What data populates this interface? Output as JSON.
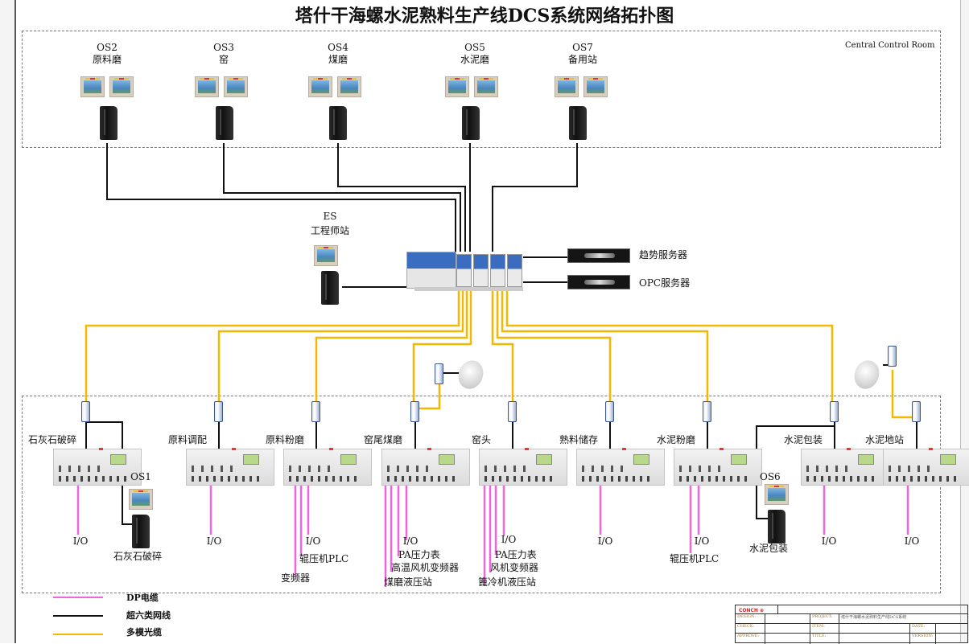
{
  "title": "塔什干海螺水泥熟料生产线DCS系统网络拓扑图",
  "central_room": {
    "label": "Central Control Room",
    "stations": [
      {
        "id": "OS2",
        "name": "原料磨"
      },
      {
        "id": "OS3",
        "name": "窑"
      },
      {
        "id": "OS4",
        "name": "煤磨"
      },
      {
        "id": "OS5",
        "name": "水泥磨"
      },
      {
        "id": "OS7",
        "name": "备用站"
      }
    ]
  },
  "engineering_station": {
    "id": "ES",
    "name": "工程师站"
  },
  "servers": [
    {
      "name": "趋势服务器"
    },
    {
      "name": "OPC服务器"
    }
  ],
  "field_stations": [
    {
      "name": "石灰石破碎",
      "sublabels": [
        "I/O"
      ]
    },
    {
      "name": "原料调配",
      "sublabels": [
        "I/O"
      ]
    },
    {
      "name": "原料粉磨",
      "sublabels": [
        "I/O",
        "辊压机PLC",
        "变频器"
      ]
    },
    {
      "name": "窑尾煤磨",
      "sublabels": [
        "I/O",
        "PA压力表",
        "高温风机变频器",
        "煤磨液压站"
      ]
    },
    {
      "name": "窑头",
      "sublabels": [
        "I/O",
        "PA压力表",
        "风机变频器",
        "篦冷机液压站"
      ]
    },
    {
      "name": "熟料储存",
      "sublabels": [
        "I/O"
      ]
    },
    {
      "name": "水泥粉磨",
      "sublabels": [
        "I/O",
        "辊压机PLC"
      ]
    },
    {
      "name": "水泥包装",
      "sublabels": [
        "I/O"
      ]
    },
    {
      "name": "水泥地站",
      "sublabels": [
        "I/O"
      ]
    }
  ],
  "local_operators": [
    {
      "id": "OS1",
      "name": "石灰石破碎"
    },
    {
      "id": "OS6",
      "name": "水泥包装"
    }
  ],
  "legend": [
    {
      "label": "DP电缆",
      "color": "#ee66dd"
    },
    {
      "label": "超六类网线",
      "color": "#111111"
    },
    {
      "label": "多模光缆",
      "color": "#f5b800"
    }
  ],
  "title_block": {
    "logo_text": "CONCH",
    "fields": {
      "design": "DESIGN:",
      "check": "CHECK:",
      "approve": "APPROVE:",
      "project": "PROJECT:",
      "project_value": "塔什干海螺水泥熟料生产线DCS系统",
      "item": "ITEM:",
      "title": "TITLE:",
      "date": "DATE:",
      "version": "VERSION:"
    }
  }
}
